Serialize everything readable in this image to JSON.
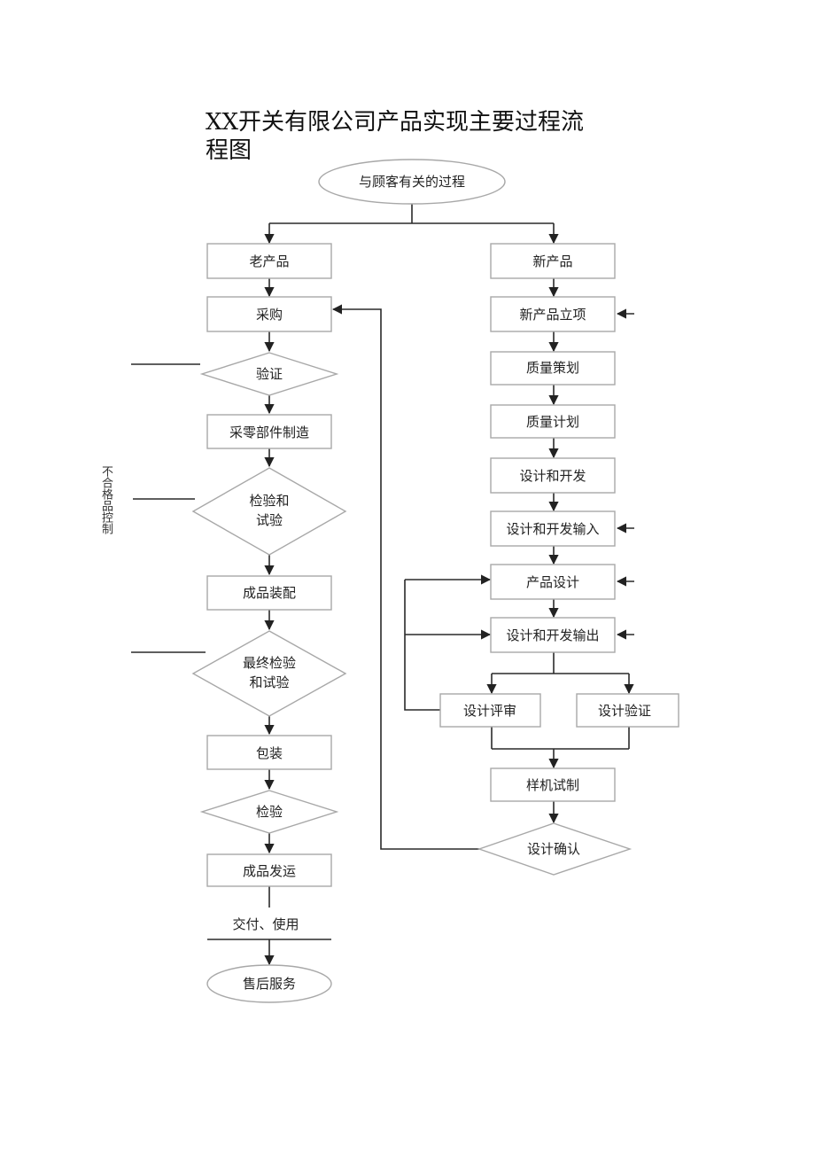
{
  "title": "XX开关有限公司产品实现主要过程流程图",
  "side_label": "不合格品控制",
  "nodes": {
    "customer_process": "与顾客有关的过程",
    "old_product": "老产品",
    "new_product": "新产品",
    "procurement": "采购",
    "verification": "验证",
    "parts_manufacturing": "采零部件制造",
    "inspection_and_test": [
      "检验和",
      "试验"
    ],
    "assembly": "成品装配",
    "final_inspection": [
      "最终检验",
      "和试验"
    ],
    "packaging": "包装",
    "inspection": "检验",
    "shipping": "成品发运",
    "delivery_use": "交付、使用",
    "after_sales": "售后服务",
    "new_product_project": "新产品立项",
    "quality_planning": "质量策划",
    "quality_plan": "质量计划",
    "design_development": "设计和开发",
    "design_input": "设计和开发输入",
    "product_design": "产品设计",
    "design_output": "设计和开发输出",
    "design_review": "设计评审",
    "design_verification": "设计验证",
    "prototype": "样机试制",
    "design_confirmation": "设计确认"
  }
}
